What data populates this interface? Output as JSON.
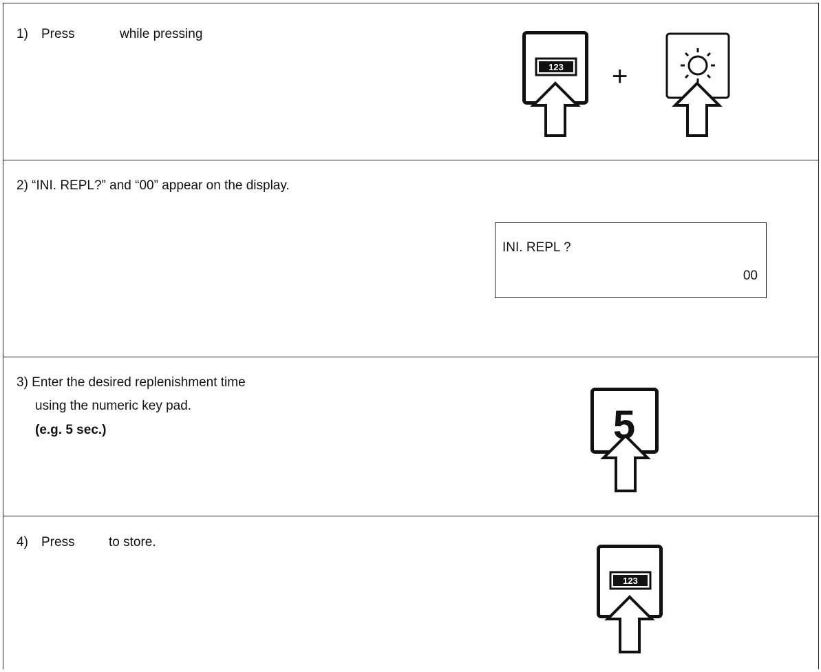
{
  "steps": {
    "step1": {
      "number": "1)",
      "word_press": "Press",
      "rest": "while pressing"
    },
    "step2": {
      "text": "2) “INI. REPL?” and “00” appear on the display.",
      "display_line1": "INI. REPL ?",
      "display_line2": "00"
    },
    "step3": {
      "line1": "3) Enter the desired replenishment time",
      "line2": "using the numeric key pad.",
      "line3": "(e.g. 5 sec.)",
      "key_label": "5"
    },
    "step4": {
      "number": "4)",
      "word_press": "Press",
      "rest": "to store."
    }
  },
  "icons": {
    "counter_key": "123",
    "plus": "+",
    "light_key": "light-sun-icon",
    "arrow": "up-arrow-icon"
  }
}
